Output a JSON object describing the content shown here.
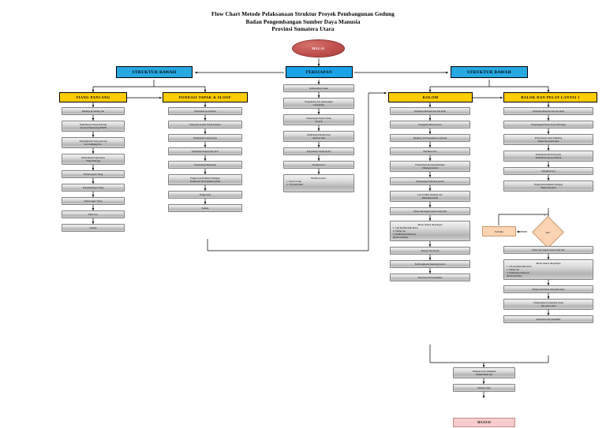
{
  "title": {
    "line1": "Flow Chart Metode Pelaksanaan Struktur Proyek Pembangunan Gedung",
    "line2": "Badan Pengembangan Sumber Daya Manusia",
    "line3": "Provinsi Sumatera Utara"
  },
  "colors": {
    "header_cyan": "#28a8e0",
    "header_blue": "#1ba3e8",
    "header_yellow": "#ffcc00",
    "start_red": "#c0504d",
    "end_pink": "#f6cbcb",
    "decision_peach": "#fbd4b4",
    "process_grey": "#c8c8c8"
  },
  "start_node": {
    "label": "MULAI"
  },
  "end_node": {
    "label": "SELESAI"
  },
  "headers": {
    "struktur_bawah_left": "STRUKTUR BAWAH",
    "struktur_bawah_right": "STRUKTUR BAWAH",
    "persiapan": "PERSIAPAN",
    "tiang_pancang": "TIANG PANCANG",
    "pondasi": "PONDASI TAPAK & SLOOF",
    "kolom": "KOLOM",
    "balok": "BALOK DAN PELAT LANTAI 1"
  },
  "columns": {
    "tiang_pancang": [
      "Marking & Setting Out",
      "Pemeriksaan Tiang Pancang\ndan Alat Pemancang HSPD",
      "Pengangkatan tiang pancang\nKe Clamping box",
      "Pemeriksaan tegak lurus\nTiang Pancang",
      "Pemancangan Tiang",
      "Penyambungan Tiang",
      "Pemotongan Tiang",
      "PDA Test",
      "Selesai"
    ],
    "pondasi": [
      "Penentuan As Pondasi",
      "Pekerjaan Galian Tanah Pondasi",
      "Pembuatan Lantai Kerja",
      "Pembesian Pondasi & sloof",
      "Pemasangan Bekisting",
      "Pengecoran Kembali Tulangan\nPondasi & Sloof (semua grade)",
      "Pengecoran",
      "Selesai"
    ],
    "persiapan": [
      "Pembersihan Lahan",
      "Pengukuran dan pemasangan\nbouwplang",
      "Pemasangan Papan Nama\nProyek",
      "Pembuatan Direksi Keet\ndan Pos Jaga",
      "Penyediaan Listrik & Air",
      "Persiapan K3"
    ],
    "persiapan_note": {
      "title": "Mobilisasi Alat :",
      "items": [
        "1.  Tower Crane",
        "2.  Lift konstruksi"
      ]
    },
    "kolom": [
      "Persiapan Material dan alat kerja",
      "Pengujian Material besi",
      "Marking dan Penentuan As Kolom",
      "Fabrikasi besi",
      "Pemasangan & penyambungan\nTulangan kolom",
      "Pemasangan bekisting kolom",
      "Cek vertikal tulangan dan\nBekisting kolom",
      "Order dan supply beton ready mix"
    ],
    "kolom_note": {
      "title": "Beton sampai dilapangan",
      "items": [
        "1.  Cek karakteristik beton",
        "2.  Slump test",
        "3.  Pembuatan benda uji",
        "     (kubus/silinder)"
      ]
    },
    "kolom_tail": [
      "Pengecoran kolom",
      "Pembongkaran bekisting kolom",
      "Perawatan dan perbaikan"
    ],
    "balok": [
      "Persiapan Material dan alat kerja",
      "Pemasangan Perancah (scaffolding)",
      "Pemasangan panel bekisting\nBalok dan pelat lantai",
      "Pembuatan Oil Form pada\nPermukaan plywood/balok",
      "Fabrikasi besi",
      "Pengecekan kembali tulangan\nBalok dan pelat"
    ],
    "balok_after_decision": [
      "Order dan supply beton ready mix"
    ],
    "balok_note": {
      "title": "Beton sampai dilapangan",
      "items": [
        "1.  Cek karakteristik beton",
        "2.  Slump test",
        "3.  Pembuatan benda uji",
        "     (kubus/silinder)"
      ]
    },
    "balok_tail": [
      "Pengecoran balok dan pelat lantai",
      "Pembongkaran bekisting balok\ndan pelat lantai",
      "Perawatan dan perbaikan"
    ],
    "final": [
      "Tahapan terus dilakukan\nsampai lantai dua",
      "Penutup Atap"
    ]
  },
  "decision": {
    "label": "Ok ?",
    "no_branch_label": "T",
    "rework_label": "Perbaiki"
  }
}
